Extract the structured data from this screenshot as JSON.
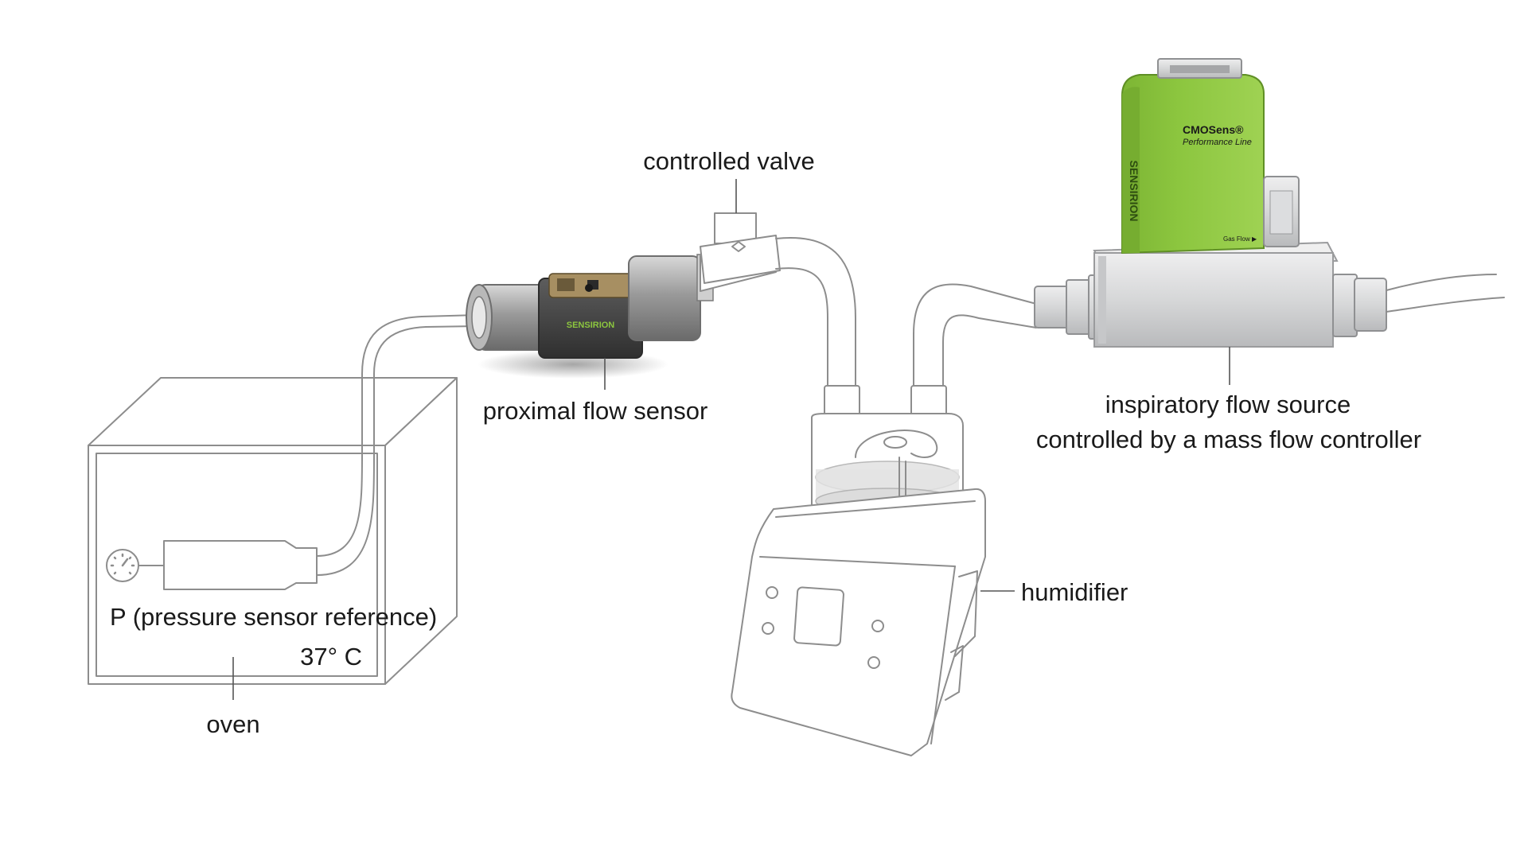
{
  "labels": {
    "controlled_valve": "controlled valve",
    "proximal_flow_sensor": "proximal flow sensor",
    "inspiratory_line1": "inspiratory flow source",
    "inspiratory_line2": "controlled by a mass flow controller",
    "humidifier": "humidifier",
    "pressure_ref": "P (pressure sensor reference)",
    "oven_temp": "37° C",
    "oven": "oven"
  },
  "device_text": {
    "mfc_brand": "SENSIRION",
    "mfc_logo": "CMOSens®",
    "mfc_line": "Performance Line",
    "mfc_gas_flow": "Gas Flow ▶",
    "sensor_brand": "SENSIRION"
  },
  "colors": {
    "brand_green": "#8cc63f",
    "outline_gray": "#8d8d8d",
    "metal_gray": "#d9dadb"
  }
}
